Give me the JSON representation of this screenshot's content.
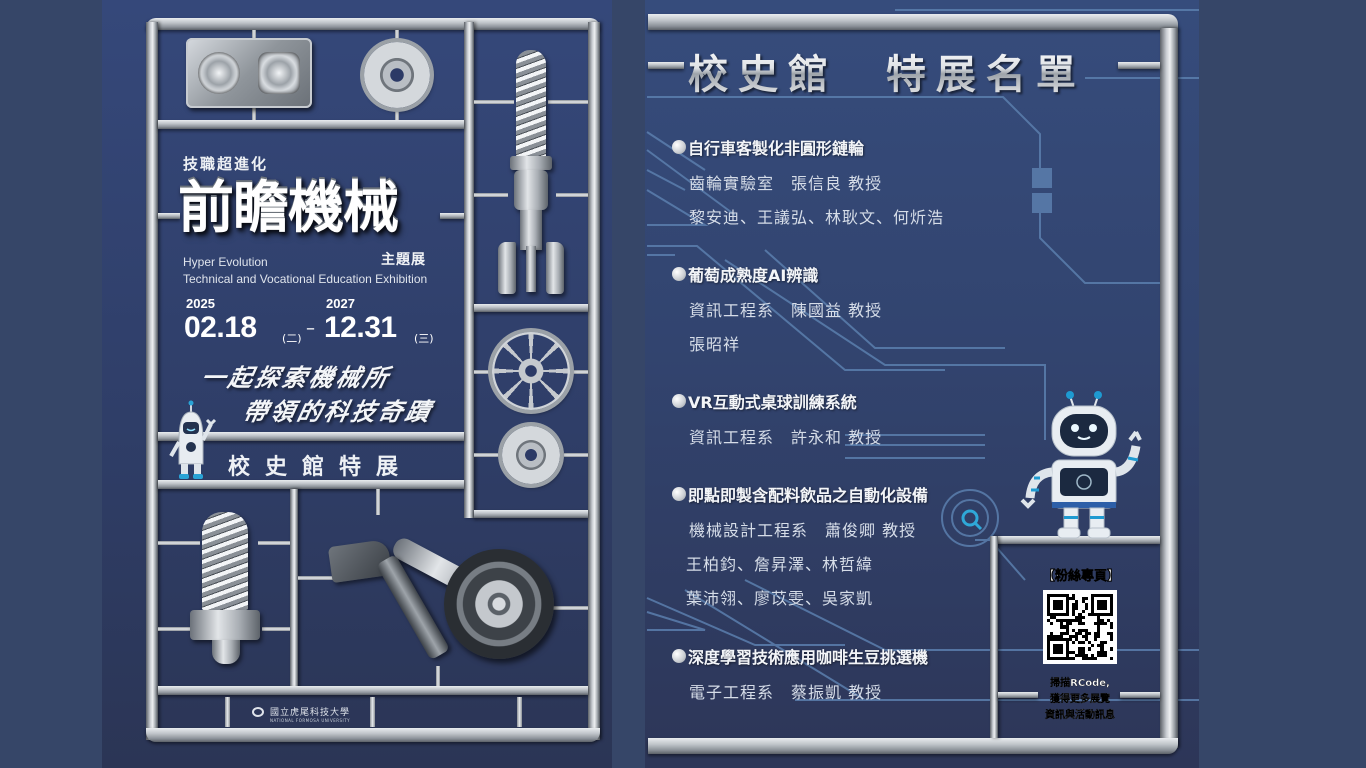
{
  "left_poster": {
    "subtitle": "技職超進化",
    "main_title": "前瞻機械",
    "theme_label": "主題展",
    "english_line_1": "Hyper Evolution",
    "english_line_2": "Technical and Vocational Education Exhibition",
    "start": {
      "year": "2025",
      "date": "02.18",
      "weekday": "(二)"
    },
    "separator": "–",
    "end": {
      "year": "2027",
      "date": "12.31",
      "weekday": "(三)"
    },
    "slogan_line_1": "一起探索機械所",
    "slogan_line_2": "帶領的科技奇蹟",
    "banner": "校史館特展",
    "university_name": "國立虎尾科技大學",
    "university_name_en": "NATIONAL FORMOSA UNIVERSITY",
    "icons": [
      "metal-plate-icon",
      "gear-icon",
      "robot-claw-icon",
      "spoked-gear-icon",
      "ring-gear-icon",
      "spring-bolt-icon",
      "landing-gear-icon",
      "robot-mascot-icon",
      "university-logo-icon"
    ]
  },
  "right_poster": {
    "title": "校史館  特展名單",
    "projects": [
      {
        "title": "自行車客製化非圓形鏈輪",
        "lines": [
          "齒輪實驗室　張信良 教授",
          "黎安迪、王議弘、林耿文、何炘浩"
        ]
      },
      {
        "title": "葡萄成熟度AI辨識",
        "lines": [
          "資訊工程系　陳國益 教授",
          "張昭祥"
        ]
      },
      {
        "title": "VR互動式桌球訓練系統",
        "lines": [
          "資訊工程系　許永和 教授"
        ]
      },
      {
        "title": "即點即製含配料飲品之自動化設備",
        "lines": [
          "機械設計工程系　蕭俊卿 教授",
          "王柏鈞、詹昇澤、林哲緯",
          "葉沛翎、廖苡雯、吳家凱"
        ]
      },
      {
        "title": "深度學習技術應用咖啡生豆挑選機",
        "lines": [
          "電子工程系　蔡振凱 教授"
        ]
      }
    ],
    "qr": {
      "title": "【粉絲專頁】",
      "caption_1": "掃描RCode,",
      "caption_2": "獲得更多展覽",
      "caption_3": "資訊與活動訊息"
    },
    "icons": [
      "robot-mascot-icon",
      "qr-code-icon",
      "search-icon",
      "circuit-trace-icon"
    ]
  },
  "colors": {
    "page_background": "#364668",
    "poster_blue": "#35487a",
    "poster_blue_dark": "#2b3555",
    "circuit_line": "#5b7fae",
    "metal_light": "#e9ecef",
    "metal_dark": "#5c6168",
    "text_light": "#d6dde8"
  }
}
